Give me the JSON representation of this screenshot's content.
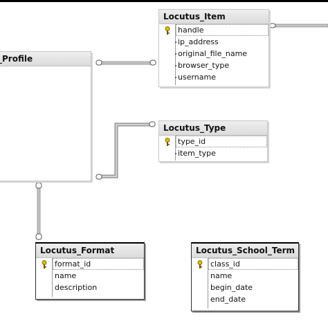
{
  "diagram": {
    "tables": {
      "profile": {
        "title": "_Profile"
      },
      "item": {
        "title": "Locutus_Item",
        "columns": [
          {
            "name": "handle",
            "pk": true
          },
          {
            "name": "ip_address",
            "pk": false
          },
          {
            "name": "original_file_name",
            "pk": false
          },
          {
            "name": "browser_type",
            "pk": false
          },
          {
            "name": "username",
            "pk": false
          }
        ]
      },
      "type": {
        "title": "Locutus_Type",
        "columns": [
          {
            "name": "type_id",
            "pk": true
          },
          {
            "name": "item_type",
            "pk": false
          }
        ]
      },
      "format": {
        "title": "Locutus_Format",
        "columns": [
          {
            "name": "format_id",
            "pk": true
          },
          {
            "name": "name",
            "pk": false
          },
          {
            "name": "description",
            "pk": false
          }
        ]
      },
      "term": {
        "title": "Locutus_School_Term",
        "columns": [
          {
            "name": "class_id",
            "pk": true
          },
          {
            "name": "name",
            "pk": false
          },
          {
            "name": "begin_date",
            "pk": false
          },
          {
            "name": "end_date",
            "pk": false
          }
        ]
      }
    },
    "colors": {
      "connector": "#8a8a8a",
      "connector_light": "#c4c4c4",
      "key": "#c9a400"
    }
  }
}
